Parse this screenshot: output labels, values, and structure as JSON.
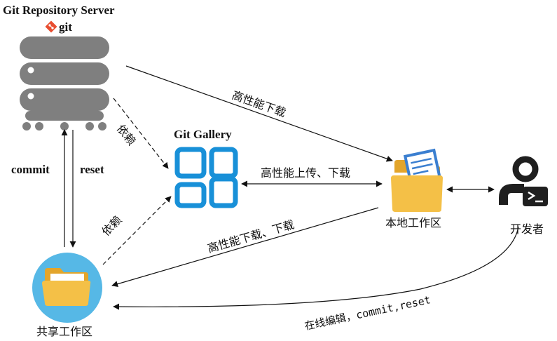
{
  "server": {
    "title": "Git Repository Server",
    "logo_text": "git"
  },
  "gallery": {
    "title": "Git Gallery"
  },
  "local": {
    "label": "本地工作区"
  },
  "developer": {
    "label": "开发者"
  },
  "shared": {
    "label": "共享工作区"
  },
  "edges": {
    "server_local": "高性能下载",
    "server_gallery_dep": "依赖",
    "commit": "commit",
    "reset": "reset",
    "shared_gallery_dep": "依赖",
    "gallery_local": "高性能上传、下载",
    "local_shared": "高性能下载、下载",
    "dev_shared": "在线编辑，commit,reset"
  },
  "colors": {
    "db_gray": "#7f7f7f",
    "git_red": "#e84e31",
    "gallery_blue": "#1890d8",
    "folder_yellow": "#f4c047",
    "folder_dark": "#e3a52b",
    "doc_blue": "#3b7fd0",
    "shared_circle": "#56b8e6",
    "dev_dark": "#1f1f1f"
  }
}
